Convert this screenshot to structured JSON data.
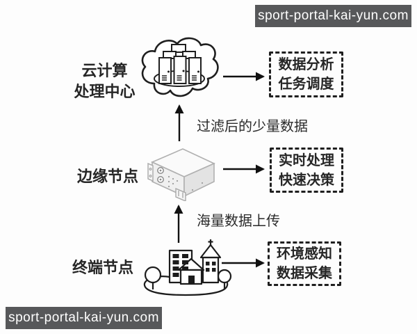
{
  "watermarks": {
    "top": "sport-portal-kai-yun.com",
    "bottom": "sport-portal-kai-yun.com"
  },
  "diagram": {
    "cloud_layer": {
      "node_label_lines": [
        "云计算",
        "处理中心"
      ],
      "output_box_lines": [
        "数据分析",
        "任务调度"
      ],
      "icon": "cloud-datacenter-icon"
    },
    "edge_layer": {
      "node_label": "边缘节点",
      "output_box_lines": [
        "实时处理",
        "快速决策"
      ],
      "upload_arrow_label": "过滤后的少量数据",
      "icon": "edge-server-box-icon"
    },
    "terminal_layer": {
      "node_label": "终端节点",
      "output_box_lines": [
        "环境感知",
        "数据采集"
      ],
      "upload_arrow_label": "海量数据上传",
      "icon": "city-buildings-icon"
    }
  },
  "colors": {
    "badge_bg": "#57585a",
    "badge_text": "#ffffff",
    "ink": "#1c1c1c",
    "background": "#fdfdfd"
  }
}
